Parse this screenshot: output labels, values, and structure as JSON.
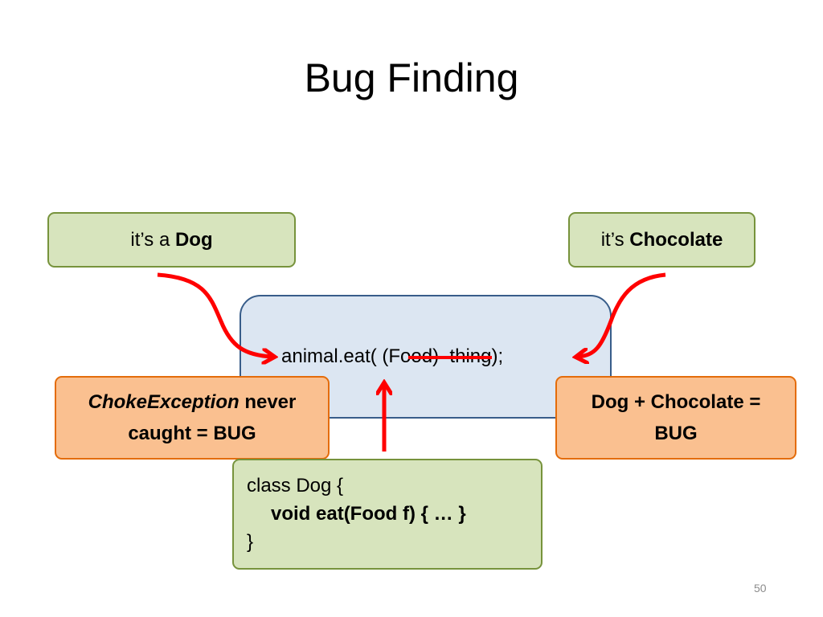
{
  "slide": {
    "title": "Bug Finding",
    "page_number": "50"
  },
  "dog_label": {
    "prefix": "it’s a ",
    "emphasis": "Dog"
  },
  "chocolate_label": {
    "prefix": "it’s ",
    "emphasis": "Chocolate"
  },
  "code": {
    "before": "animal.eat(",
    "struck": " (Food) ",
    "after": " thing);"
  },
  "choke_note": {
    "emphasis": "ChokeException",
    "rest": " never",
    "line2": "caught = BUG"
  },
  "bug_note": {
    "line1": "Dog + Chocolate =",
    "line2": "BUG"
  },
  "class_code": {
    "line1": "class Dog {",
    "line2": "void eat(Food f) { … }",
    "line3": "}"
  },
  "colors": {
    "arrow": "#ff0000",
    "green_fill": "#d7e4bd",
    "green_border": "#77933c",
    "orange_fill": "#fac090",
    "orange_border": "#e46c0a",
    "blue_fill": "#dce6f2",
    "blue_border": "#385d8a"
  }
}
